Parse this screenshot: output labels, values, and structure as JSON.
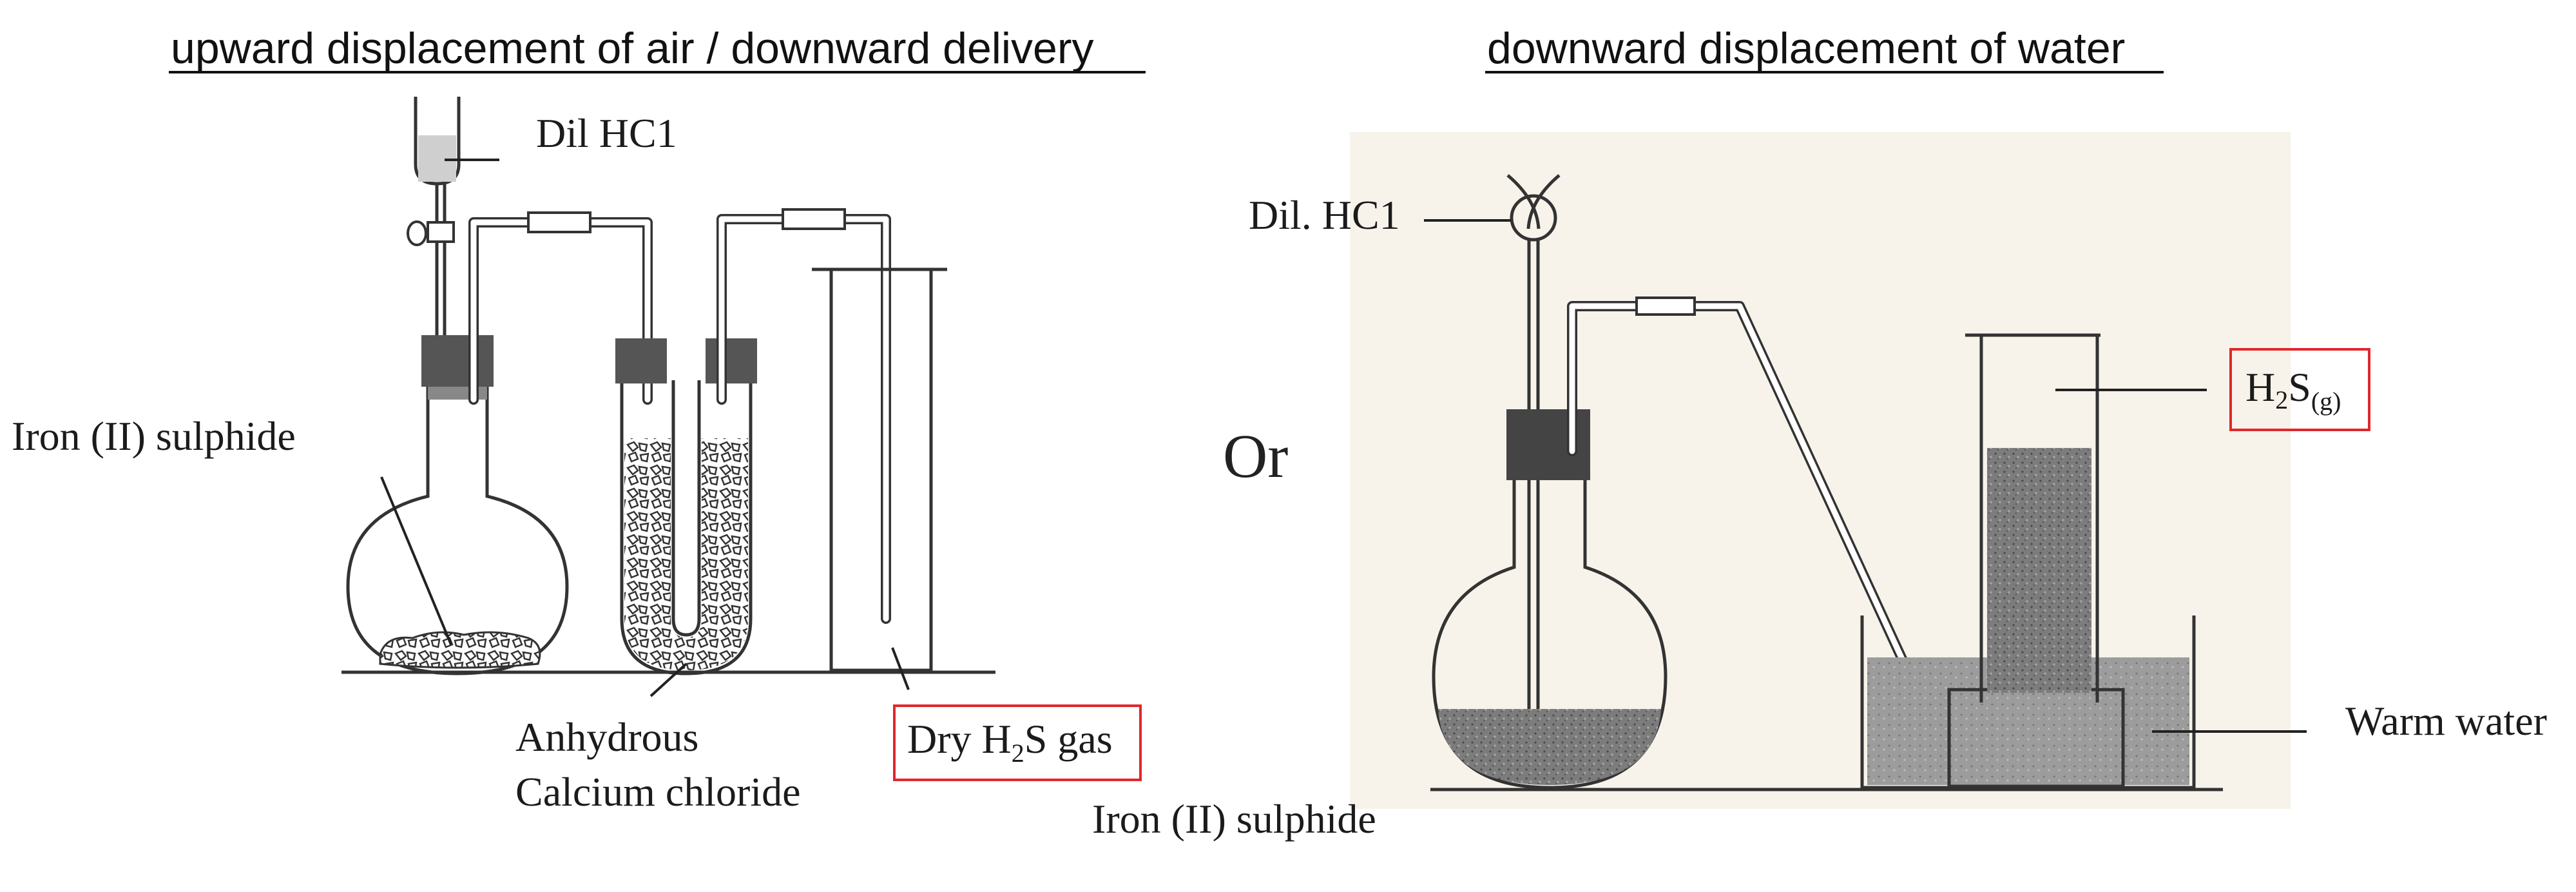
{
  "left_panel": {
    "heading": "upward displacement of air / downward delivery",
    "labels": {
      "dil_hcl": "Dil HC1",
      "iron_sulphide": "Iron (II) sulphide",
      "anhydrous": "Anhydrous",
      "calcium_chloride": "Calcium chloride",
      "dry_gas_prefix": "Dry H",
      "dry_gas_sub": "2",
      "dry_gas_suffix": "S gas"
    }
  },
  "separator": {
    "or": "Or"
  },
  "right_panel": {
    "heading": "downward displacement of water",
    "labels": {
      "dil_hcl": "Dil. HC1",
      "iron_sulphide": "Iron (II) sulphide",
      "warm_water": "Warm water",
      "gas_h": "H",
      "gas_sub1": "2",
      "gas_s": "S",
      "gas_sub2": "(g)"
    }
  },
  "colors": {
    "highlight_box": "#e0272b",
    "stroke": "#333333",
    "water": "#8a8a8a",
    "background_right": "#f7f3ea"
  }
}
